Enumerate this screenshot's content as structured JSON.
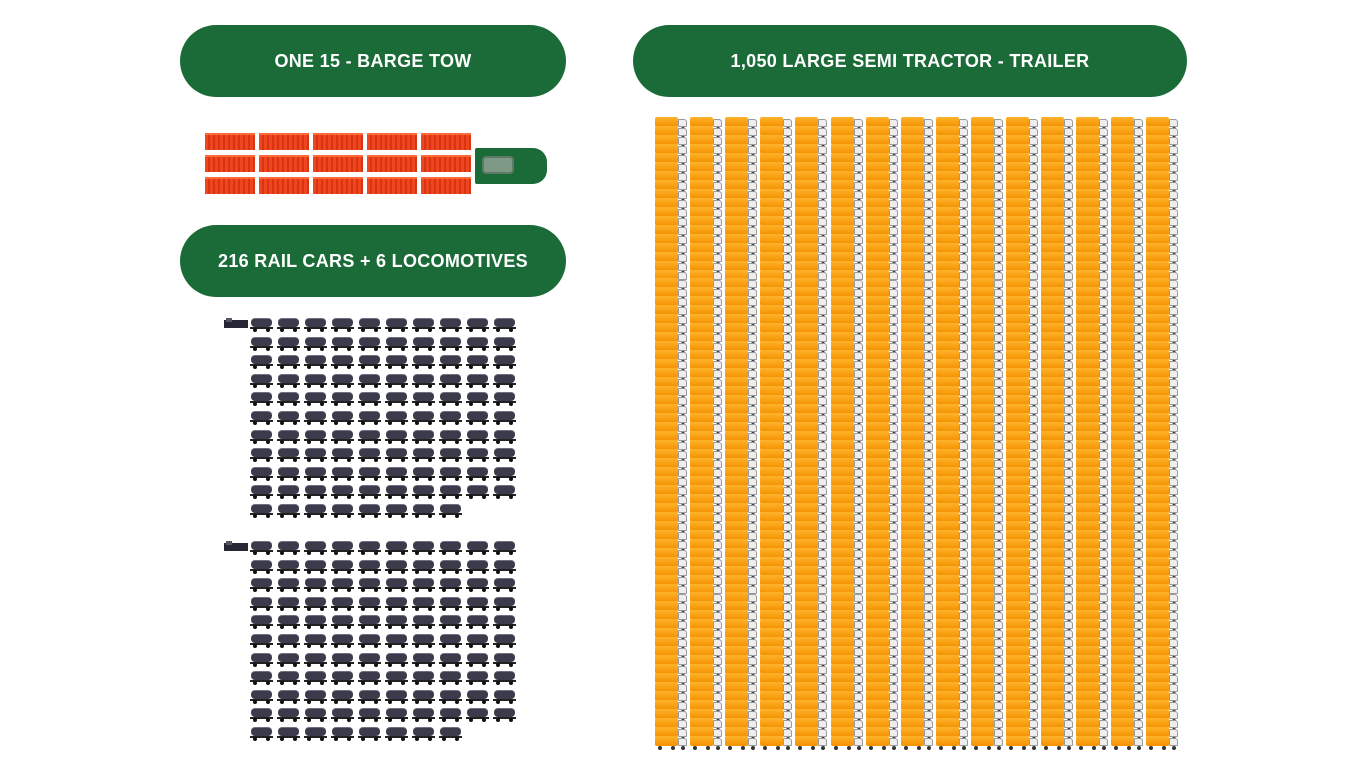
{
  "labels": {
    "barge": "ONE 15 - BARGE TOW",
    "rail": "216 RAIL CARS + 6 LOCOMOTIVES",
    "truck": "1,050 LARGE SEMI TRACTOR - TRAILER"
  },
  "quantities": {
    "barges": 15,
    "towboats": 1,
    "rail_cars": 216,
    "locomotives": 6,
    "semi_trucks": 1050
  },
  "colors": {
    "banner": "#1b6b38",
    "barge": "#f0461f",
    "rail_car": "#3b3b4b",
    "truck_trailer": "#f39000"
  },
  "icons": {
    "barge": "barge-icon",
    "towboat": "towboat-icon",
    "rail_car": "tank-car-icon",
    "locomotive": "locomotive-icon",
    "truck": "semi-truck-icon"
  }
}
